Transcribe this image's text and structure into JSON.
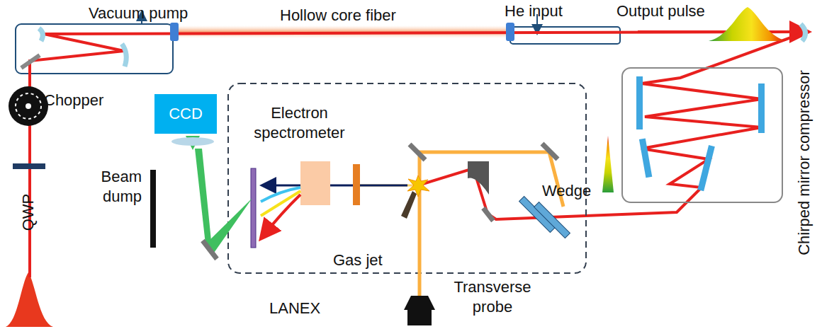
{
  "diagram": {
    "nodes": [
      {
        "text": [
          "CCD"
        ]
      }
    ],
    "labels": [
      "Vacuum pump",
      "Hollow core fiber",
      "He input",
      "Output pulse",
      "Chopper",
      "Electron spectrometer",
      "Beam dump",
      "Gas jet",
      "LANEX",
      "Wedge",
      "Transverse probe",
      "Chirped mirror compressor",
      "QWP"
    ]
  }
}
